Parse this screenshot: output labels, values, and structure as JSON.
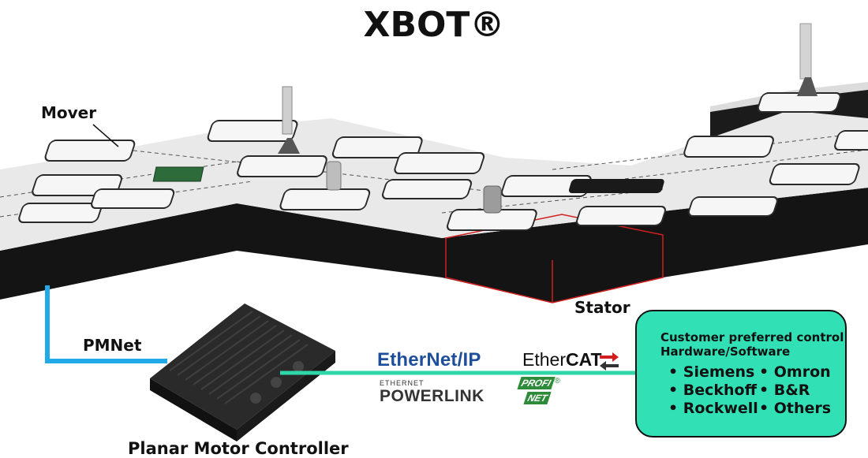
{
  "title": "XBOT®",
  "labels": {
    "mover": "Mover",
    "stator": "Stator",
    "pmnet": "PMNet",
    "controller": "Planar Motor Controller"
  },
  "logos": {
    "ethernetip": "EtherNet/IP",
    "ethercat_prefix": "Ether",
    "ethercat_bold": "CAT",
    "powerlink_small": "ETHERNET",
    "powerlink_big": "POWERLINK",
    "profinet_top": "PROFI",
    "profinet_bottom": "NET",
    "registered": "®"
  },
  "control_box": {
    "line1": "Customer preferred control",
    "line2": "Hardware/Software",
    "vendors": [
      "• Siemens",
      "• Omron",
      "• Beckhoff",
      "• B&R",
      "• Rockwell",
      "• Others"
    ]
  },
  "colors": {
    "pmnet_cable": "#21a9e8",
    "network_cable": "#2fd6a8",
    "control_box_fill": "#31e0b4",
    "stator_highlight": "#d11f1f",
    "stator_top": "#e8e8e8",
    "stator_side": "#141414"
  }
}
